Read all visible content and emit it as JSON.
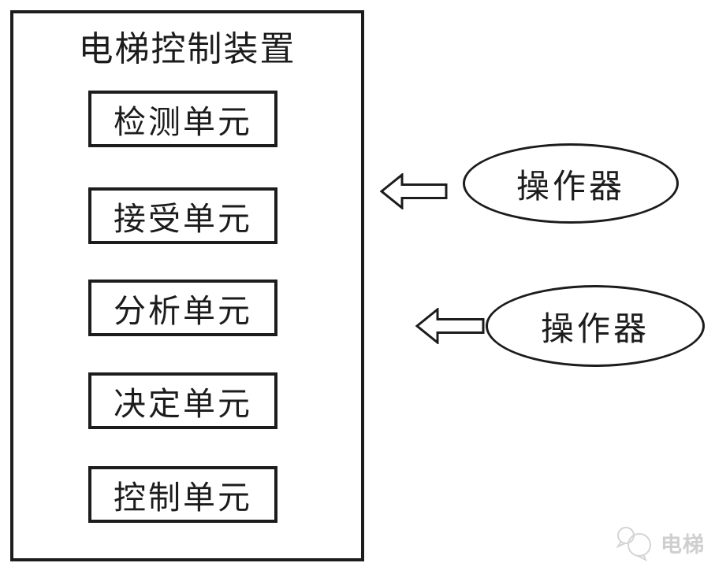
{
  "diagram": {
    "title": "电梯控制装置",
    "units": [
      {
        "label": "检测单元"
      },
      {
        "label": "接受单元"
      },
      {
        "label": "分析单元"
      },
      {
        "label": "决定单元"
      },
      {
        "label": "控制单元"
      }
    ],
    "operators": [
      {
        "label": "操作器",
        "arrow_icon": "left-block-arrow-icon"
      },
      {
        "label": "操作器",
        "arrow_icon": "left-block-arrow-icon"
      }
    ],
    "watermark": {
      "text": "电梯",
      "logo_icon": "chat-bubbles-icon"
    },
    "colors": {
      "stroke": "#1c1c1c",
      "background": "#ffffff",
      "watermark": "#cfcfcf"
    }
  }
}
